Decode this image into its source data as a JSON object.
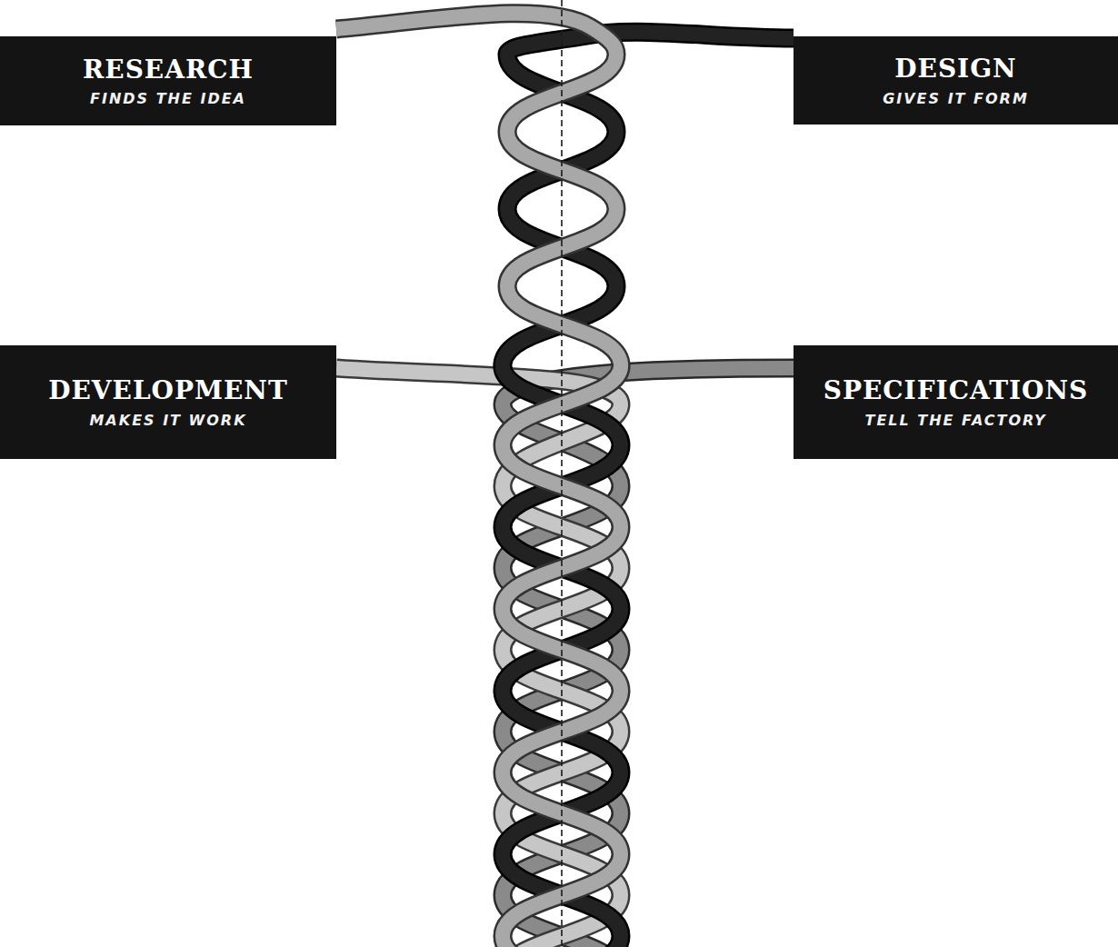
{
  "diagram": {
    "nodes": [
      {
        "text": [
          "RESEARCH",
          "FINDS THE IDEA"
        ]
      },
      {
        "text": [
          "DESIGN",
          "GIVES IT FORM"
        ]
      },
      {
        "text": [
          "DEVELOPMENT",
          "MAKES IT WORK"
        ]
      },
      {
        "text": [
          "SPECIFICATIONS",
          "TELL THE FACTORY"
        ]
      }
    ]
  }
}
